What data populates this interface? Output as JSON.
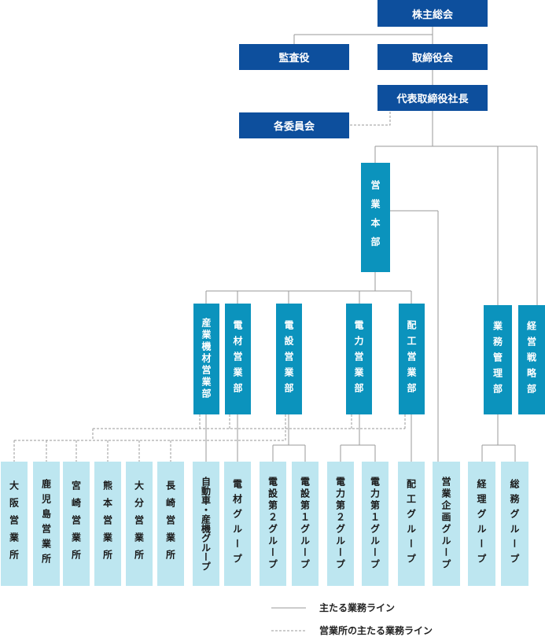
{
  "top": {
    "shareholders": "株主総会",
    "auditor": "監査役",
    "board": "取締役会",
    "president": "代表取締役社長",
    "committees": "各委員会"
  },
  "sales_hq": "営業本部",
  "departments": {
    "industrial": "産業機材営業部",
    "electric_materials": "電材営業部",
    "electric_equipment": "電設営業部",
    "electric_power": "電力営業部",
    "construction": "配工営業部",
    "business_mgmt": "業務管理部",
    "strategy": "経営戦略部"
  },
  "offices": {
    "osaka": "大阪営業所",
    "kagoshima": "鹿児島営業所",
    "miyazaki": "宮崎営業所",
    "kumamoto": "熊本営業所",
    "oita": "大分営業所",
    "nagasaki": "長崎営業所"
  },
  "groups": {
    "auto": "自動車・産機グループ",
    "denzai": "電材グループ",
    "densetsu2": "電設第２グループ",
    "densetsu1": "電設第１グループ",
    "denryoku2": "電力第２グループ",
    "denryoku1": "電力第１グループ",
    "haiko": "配工グループ",
    "planning": "営業企画グループ",
    "accounting": "経理グループ",
    "general": "総務グループ"
  },
  "legend": {
    "solid_label": "主たる業務ライン",
    "dashed_label": "営業所の主たる業務ライン"
  },
  "colors": {
    "navy": "#0d4f9d",
    "teal": "#0b93bd",
    "light": "#bde6f0",
    "line": "#9a9a9a"
  }
}
